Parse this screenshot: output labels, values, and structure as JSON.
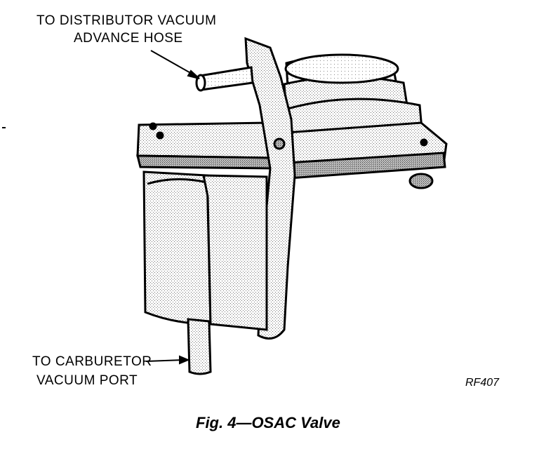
{
  "labels": {
    "distributor_line1": "TO DISTRIBUTOR VACUUM",
    "distributor_line2": "ADVANCE HOSE",
    "carburetor_line1": "TO CARBURETOR",
    "carburetor_line2": "VACUUM PORT"
  },
  "reference_code": "RF407",
  "caption": "Fig. 4—OSAC Valve"
}
